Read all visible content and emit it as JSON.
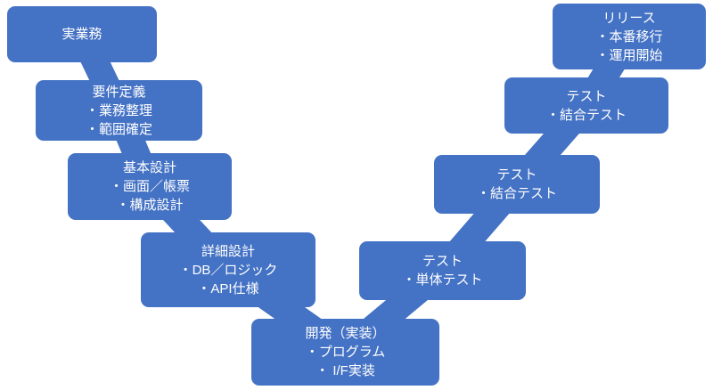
{
  "palette": {
    "box_fill": "#4472C4",
    "connector": "#4472C4",
    "text": "#FFFFFF",
    "background": "#FFFFFF"
  },
  "steps": [
    {
      "name": "business",
      "lines": [
        "実業務"
      ]
    },
    {
      "name": "requirements",
      "lines": [
        "要件定義",
        "・業務整理",
        "・範囲確定"
      ]
    },
    {
      "name": "basic-design",
      "lines": [
        "基本設計",
        "・画面／帳票",
        "・構成設計"
      ]
    },
    {
      "name": "detailed-design",
      "lines": [
        "詳細設計",
        "・DB／ロジック",
        "・API仕様"
      ]
    },
    {
      "name": "development",
      "lines": [
        "開発（実装）",
        "・プログラム",
        "・ I/F実装"
      ]
    },
    {
      "name": "unit-test",
      "lines": [
        "テスト",
        "・単体テスト"
      ]
    },
    {
      "name": "integration-test-1",
      "lines": [
        "テスト",
        "・結合テスト"
      ]
    },
    {
      "name": "integration-test-2",
      "lines": [
        "テスト",
        "・結合テスト"
      ]
    },
    {
      "name": "release",
      "lines": [
        "リリース",
        "・本番移行",
        "・運用開始"
      ]
    }
  ]
}
